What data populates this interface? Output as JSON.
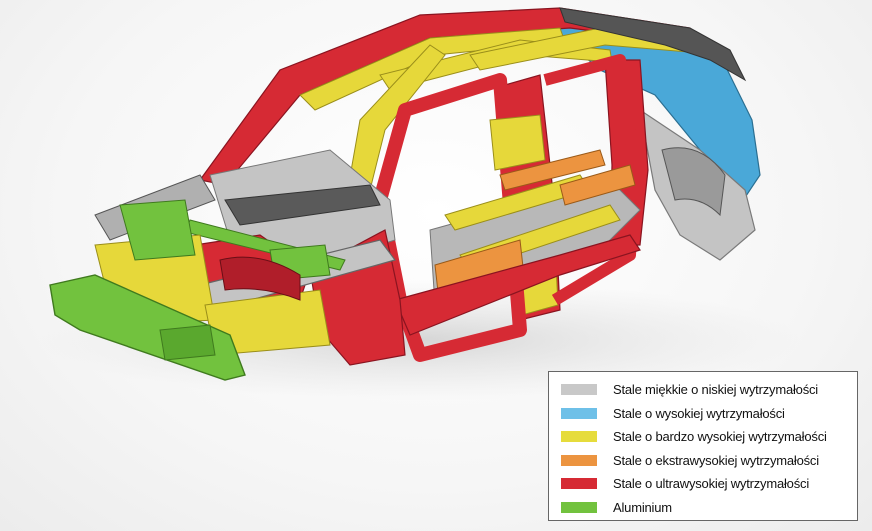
{
  "colors": {
    "mild": "#c8c8c8",
    "high": "#4aa8d8",
    "very_high": "#e8d838",
    "extra_high": "#e88a2e",
    "ultra_high": "#d8283a",
    "aluminium": "#6cc83a"
  },
  "legend": {
    "items": [
      {
        "label": "Stale miękkie o niskiej wytrzymałości",
        "color": "#c8c8c8"
      },
      {
        "label": "Stale o wysokiej wytrzymałości",
        "color": "#6ec0e8"
      },
      {
        "label": "Stale o bardzo wysokiej wytrzymałości",
        "color": "#e6dc3c"
      },
      {
        "label": "Stale o ekstrawysokiej wytrzymałości",
        "color": "#ec9440"
      },
      {
        "label": "Stale o ultrawysokiej wytrzymałości",
        "color": "#d62a34"
      },
      {
        "label": "Aluminium",
        "color": "#72c23e"
      }
    ]
  }
}
